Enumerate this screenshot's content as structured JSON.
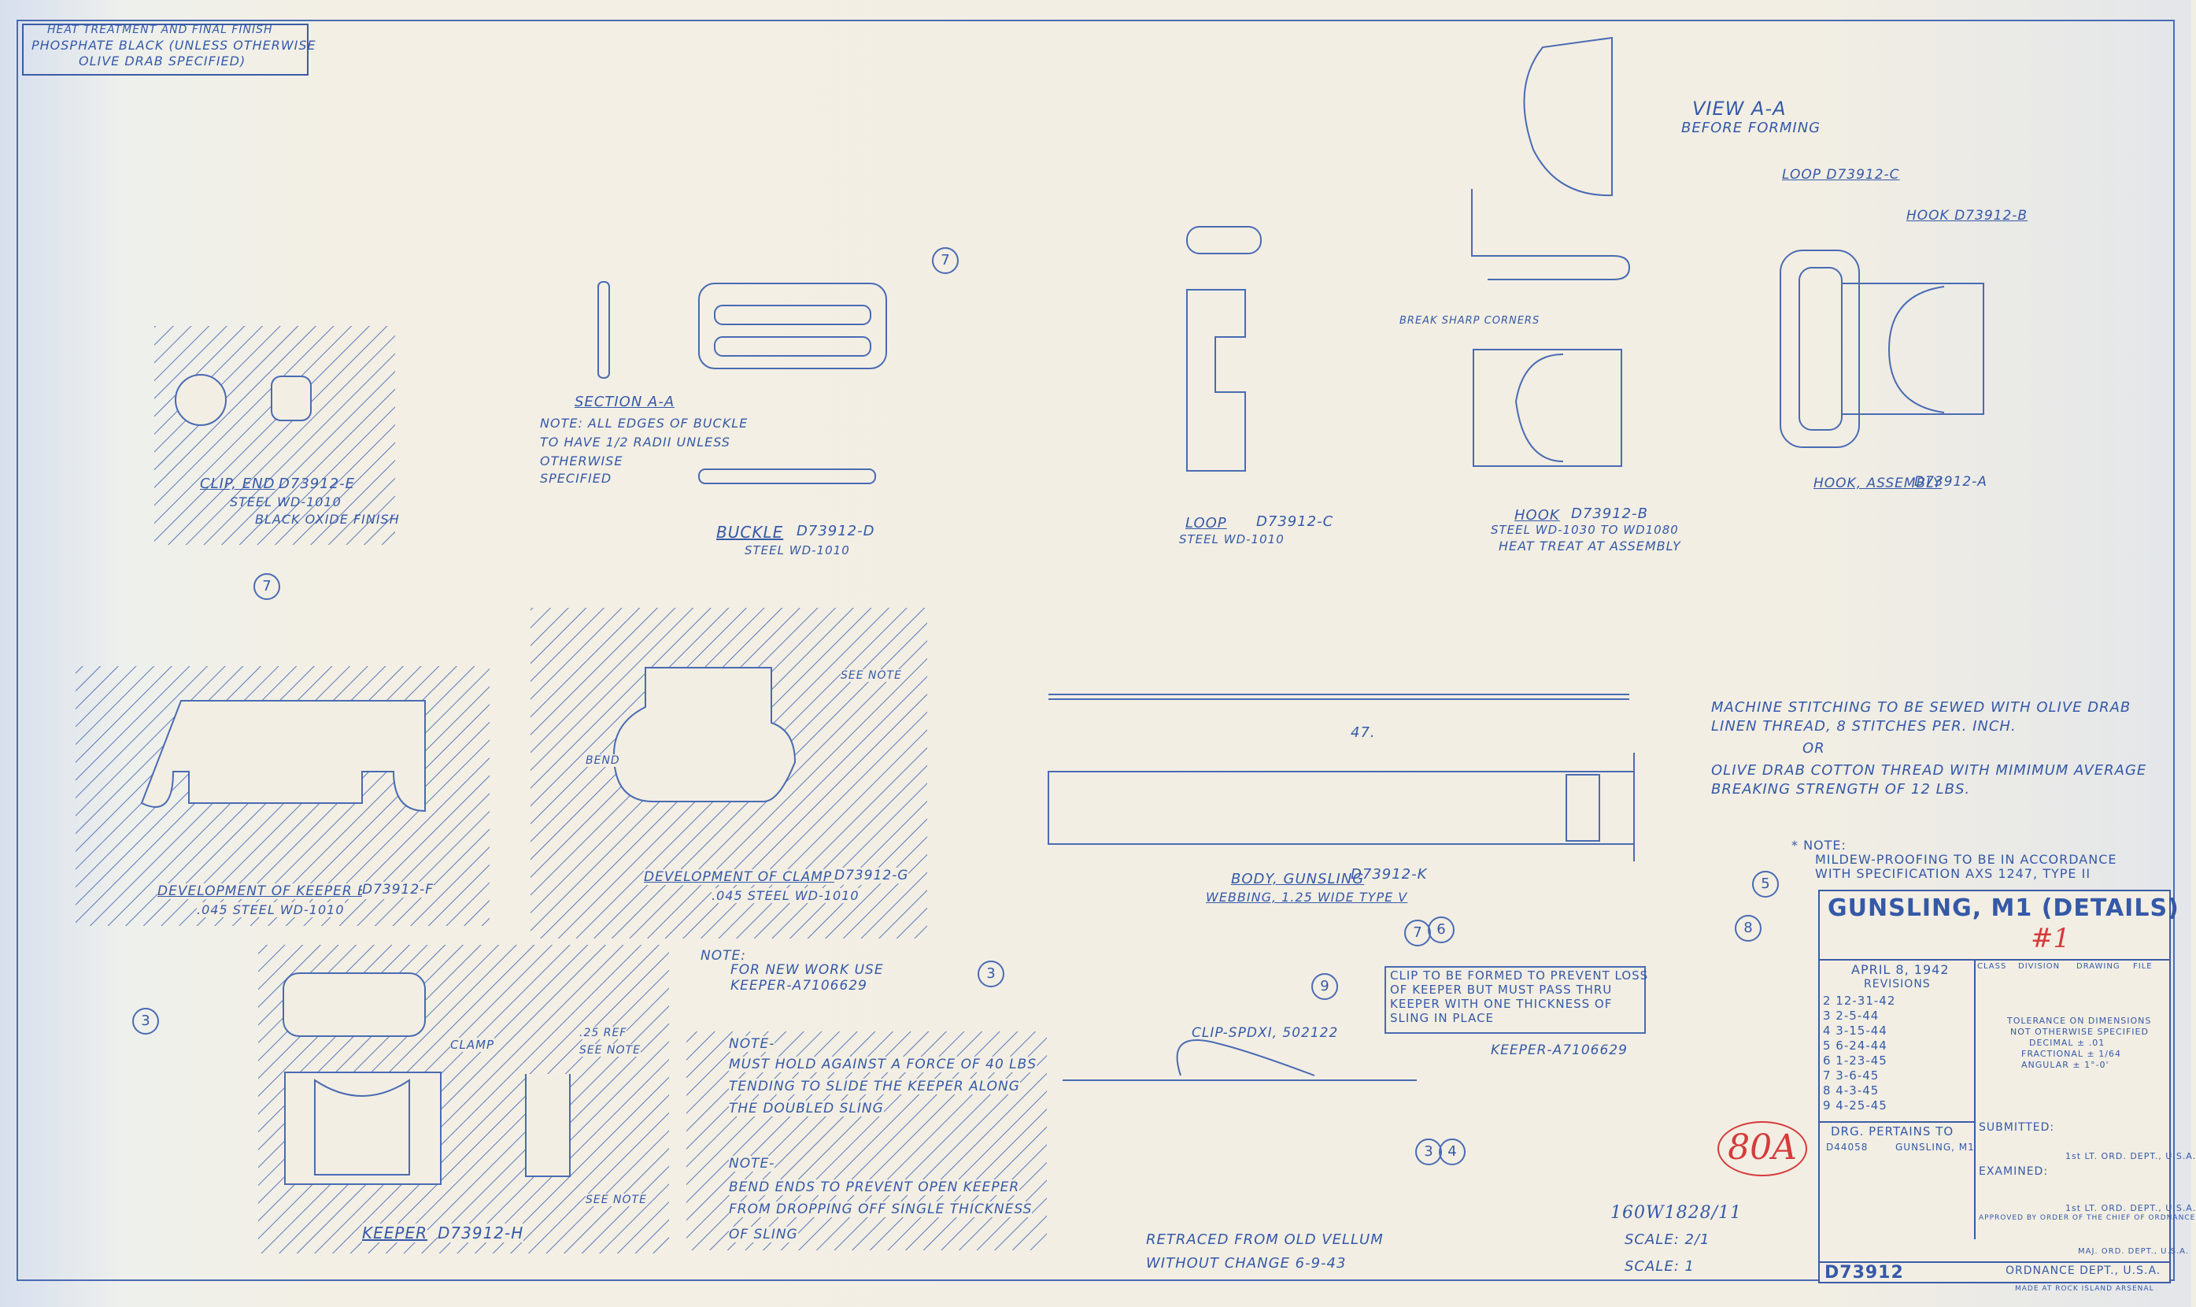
{
  "finish_box": {
    "title": "HEAT TREATMENT AND FINAL FINISH",
    "line1": "PHOSPHATE BLACK (UNLESS OTHERWISE",
    "line2": "OLIVE DRAB SPECIFIED)"
  },
  "view_aa": {
    "title": "VIEW A-A",
    "sub": "BEFORE FORMING"
  },
  "clip_end": {
    "title": "CLIP, END",
    "part": "D73912-E",
    "mat": "STEEL WD-1010",
    "finish": "BLACK OXIDE FINISH"
  },
  "section_aa": {
    "title": "SECTION A-A",
    "note1": "NOTE: ALL EDGES OF BUCKLE",
    "note2": "TO HAVE 1/2 RADII UNLESS",
    "note3": "OTHERWISE",
    "note4": "SPECIFIED"
  },
  "buckle": {
    "title": "BUCKLE",
    "part": "D73912-D",
    "mat": "STEEL WD-1010"
  },
  "loop": {
    "title": "LOOP",
    "part": "D73912-C",
    "mat": "STEEL WD-1010"
  },
  "hook": {
    "title": "HOOK",
    "part": "D73912-B",
    "mat": "STEEL WD-1030 TO WD1080",
    "heat": "HEAT TREAT AT ASSEMBLY",
    "break": "BREAK SHARP CORNERS"
  },
  "assembly": {
    "loop": "LOOP D73912-C",
    "hook": "HOOK D73912-B",
    "title": "HOOK, ASSEMBLY",
    "part": "D73912-A"
  },
  "keeper_dev": {
    "title": "DEVELOPMENT OF KEEPER BODY",
    "part": "D73912-F",
    "mat": ".045 STEEL WD-1010"
  },
  "clamp_dev": {
    "title": "DEVELOPMENT OF CLAMP BODY",
    "part": "D73912-G",
    "mat": ".045 STEEL WD-1010",
    "bend": "BEND",
    "seenote": "SEE NOTE"
  },
  "keeper": {
    "title": "KEEPER",
    "part": "D73912-H",
    "clamp": "CLAMP",
    "ref": ".25 REF",
    "seenote": "SEE NOTE"
  },
  "note_new": {
    "line1": "NOTE:",
    "line2": "FOR NEW WORK USE",
    "line3": "KEEPER-A7106629"
  },
  "note_box": {
    "n1": "NOTE-",
    "n1a": "MUST HOLD AGAINST A FORCE OF 40 LBS",
    "n1b": "TENDING TO SLIDE THE KEEPER ALONG",
    "n1c": "THE DOUBLED SLING",
    "n2": "NOTE-",
    "n2a": "BEND ENDS TO PREVENT OPEN KEEPER",
    "n2b": "FROM DROPPING OFF SINGLE THICKNESS",
    "n2c": "OF SLING"
  },
  "body": {
    "title": "BODY, GUNSLING",
    "part": "D73912-K",
    "mat": "WEBBING, 1.25 WIDE TYPE V",
    "len": "47."
  },
  "stitch": {
    "l1": "MACHINE STITCHING TO BE SEWED WITH OLIVE DRAB",
    "l2": "LINEN THREAD, 8 STITCHES PER. INCH.",
    "l3": "OR",
    "l4": "OLIVE DRAB COTTON THREAD WITH MIMIMUM AVERAGE",
    "l5": "BREAKING STRENGTH OF 12 LBS."
  },
  "mildew": {
    "l1": "* NOTE:",
    "l2": "MILDEW-PROOFING TO BE IN ACCORDANCE",
    "l3": "WITH SPECIFICATION AXS 1247, TYPE II"
  },
  "clip_note": {
    "l1": "CLIP TO BE FORMED TO PREVENT LOSS",
    "l2": "OF KEEPER BUT MUST PASS THRU",
    "l3": "KEEPER WITH ONE THICKNESS OF",
    "l4": "SLING IN PLACE",
    "clip": "CLIP-SPDXI, 502122",
    "keeper": "KEEPER-A7106629"
  },
  "retraced": {
    "l1": "RETRACED FROM OLD VELLUM",
    "l2": "WITHOUT CHANGE 6-9-43"
  },
  "scale": {
    "l1": "SCALE: 2/1",
    "l2": "SCALE: 1"
  },
  "handwritten": {
    "num": "160W1828/11",
    "stamp": "80A"
  },
  "title_block": {
    "title": "GUNSLING, M1 (DETAILS)",
    "sheet": "#1",
    "date": "APRIL 8, 1942",
    "revisions_label": "REVISIONS",
    "revisions": [
      "2 12-31-42",
      "3 2-5-44",
      "4 3-15-44",
      "5 6-24-44",
      "6 1-23-45",
      "7 3-6-45",
      "8 4-3-45",
      "9 4-25-45"
    ],
    "class_hdr": "CLASS",
    "div_hdr": "DIVISION",
    "draw_hdr": "DRAWING",
    "file_hdr": "FILE",
    "tol1": "TOLERANCE ON DIMENSIONS",
    "tol2": "NOT OTHERWISE SPECIFIED",
    "tol3": "DECIMAL ± .01",
    "tol4": "FRACTIONAL ± 1/64",
    "tol5": "ANGULAR ± 1°-0'",
    "drg_pertains": "DRG. PERTAINS TO",
    "drg_num": "D44058",
    "drg_name": "GUNSLING, M1",
    "submitted": "SUBMITTED:",
    "sub_title": "1st LT. ORD. DEPT., U.S.A.",
    "examined": "EXAMINED:",
    "exam_title": "1st LT. ORD. DEPT., U.S.A.",
    "approved": "APPROVED BY ORDER OF THE CHIEF OF ORDNANCE",
    "maj": "MAJ. ORD. DEPT., U.S.A.",
    "drawing_no": "D73912",
    "dept": "ORDNANCE DEPT., U.S.A.",
    "made_at": "MADE AT ROCK ISLAND ARSENAL"
  }
}
